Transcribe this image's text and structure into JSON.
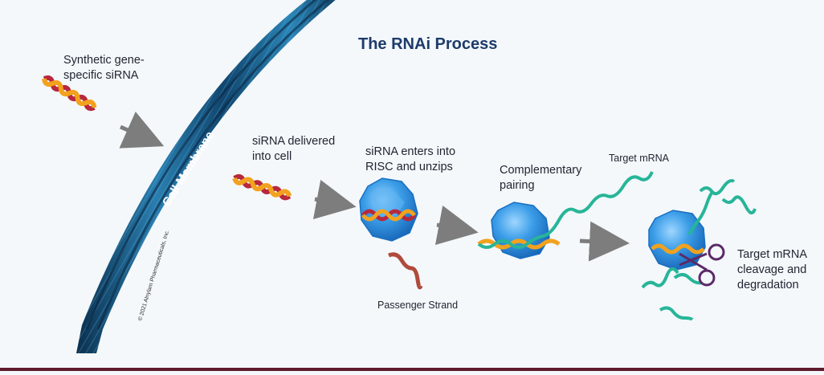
{
  "title": "The RNAi Process",
  "labels": {
    "synthetic": "Synthetic gene-\nspecific siRNA",
    "delivered": "siRNA delivered\ninto cell",
    "risc": "siRNA enters into\nRISC and unzips",
    "pairing": "Complementary\npairing",
    "target": "Target mRNA",
    "cleavage": "Target mRNA\ncleavage and\ndegradation",
    "passenger": "Passenger Strand",
    "membrane": "Cell Membrane",
    "copyright": "© 2021 Alnylam Pharmaceuticals, Inc."
  },
  "colors": {
    "background": "#f4f8fb",
    "title": "#1d3b6a",
    "arrow": "#7d7d7d",
    "membrane": "#1e6c96",
    "strand_red": "#b8283c",
    "strand_orange": "#f2a21e",
    "risc": "#2c95e0",
    "mrna": "#27b598",
    "scissors": "#5b2a67",
    "bottom_bar": "#5e1a2c"
  }
}
